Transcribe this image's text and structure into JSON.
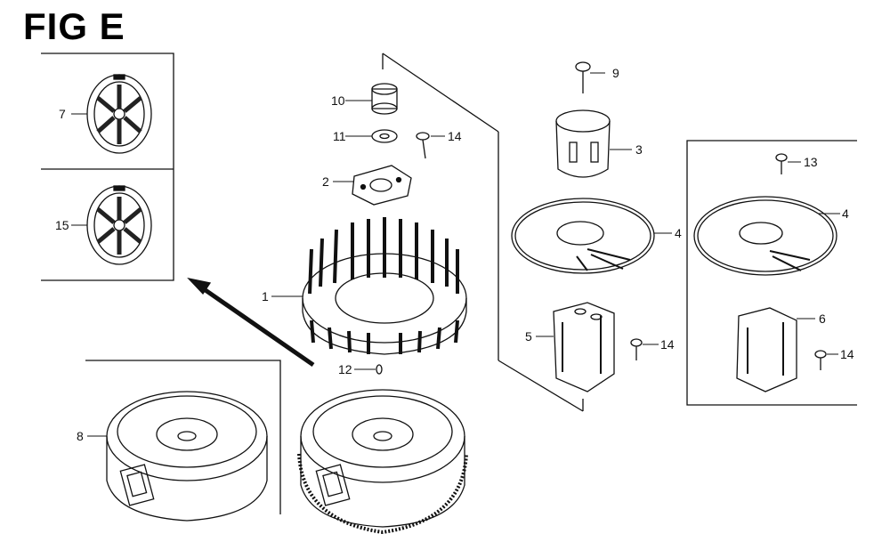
{
  "figure": {
    "title": "FIG E"
  },
  "callouts": [
    {
      "id": "c7",
      "label": "7",
      "part": "recoil-starter-pulley"
    },
    {
      "id": "c15",
      "label": "15",
      "part": "recoil-starter-pulley-alt"
    },
    {
      "id": "c10",
      "label": "10",
      "part": "flywheel-nut"
    },
    {
      "id": "c11",
      "label": "11",
      "part": "washer"
    },
    {
      "id": "c14a",
      "label": "14",
      "part": "bolt"
    },
    {
      "id": "c2",
      "label": "2",
      "part": "fan-plate"
    },
    {
      "id": "c1",
      "label": "1",
      "part": "cooling-fan"
    },
    {
      "id": "c12",
      "label": "12",
      "part": "woodruff-key"
    },
    {
      "id": "c8",
      "label": "8",
      "part": "flywheel"
    },
    {
      "id": "c9",
      "label": "9",
      "part": "bolt"
    },
    {
      "id": "c3",
      "label": "3",
      "part": "starter-cup"
    },
    {
      "id": "c4a",
      "label": "4",
      "part": "fan-cover-disc"
    },
    {
      "id": "c5",
      "label": "5",
      "part": "bracket"
    },
    {
      "id": "c14b",
      "label": "14",
      "part": "bolt"
    },
    {
      "id": "c13",
      "label": "13",
      "part": "bolt"
    },
    {
      "id": "c4b",
      "label": "4",
      "part": "fan-cover-disc"
    },
    {
      "id": "c6",
      "label": "6",
      "part": "bracket"
    },
    {
      "id": "c14c",
      "label": "14",
      "part": "bolt"
    }
  ]
}
